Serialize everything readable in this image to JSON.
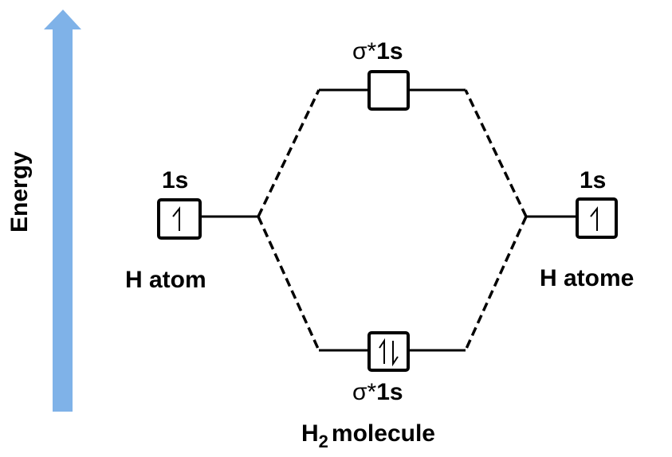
{
  "axis": {
    "label": "Energy",
    "arrow_color": "#7fb2e8",
    "direction": "up"
  },
  "left_atom": {
    "name": "H atom",
    "orbital_label": "1s",
    "electrons": "1",
    "electron_glyph": "↿"
  },
  "right_atom": {
    "name": "H atome",
    "orbital_label": "1s",
    "electrons": "1",
    "electron_glyph": "↿"
  },
  "antibonding": {
    "sigma": "σ*",
    "orbital": "1s",
    "electrons": "0"
  },
  "bonding": {
    "sigma": "σ*",
    "orbital": "1s",
    "electrons": "2",
    "electron_glyph": "⥮"
  },
  "molecule": {
    "prefix": "H",
    "subscript": "2",
    "suffix": "molecule"
  },
  "colors": {
    "line": "#000000",
    "arrow": "#7fb2e8",
    "background": "#ffffff"
  }
}
